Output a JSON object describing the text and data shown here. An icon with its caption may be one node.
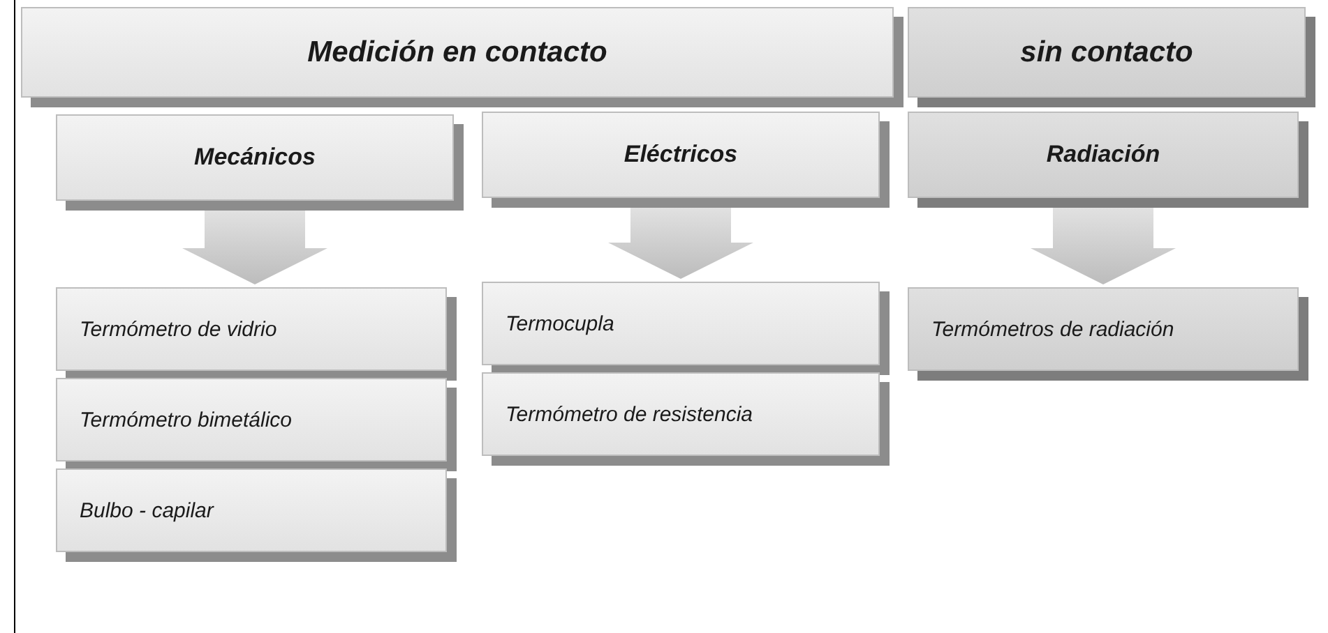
{
  "diagram": {
    "nodes": [
      {
        "text": [
          "Medición en contacto"
        ]
      },
      {
        "text": [
          "sin contacto"
        ]
      },
      {
        "text": [
          "Mecánicos"
        ]
      },
      {
        "text": [
          "Eléctricos"
        ]
      },
      {
        "text": [
          "Radiación"
        ]
      },
      {
        "text": [
          "Termómetro de vidrio"
        ]
      },
      {
        "text": [
          "Termómetro bimetálico"
        ]
      },
      {
        "text": [
          "Bulbo - capilar"
        ]
      },
      {
        "text": [
          "Termocupla"
        ]
      },
      {
        "text": [
          "Termómetro de resistencia"
        ]
      },
      {
        "text": [
          "Termómetros de radiación"
        ]
      }
    ],
    "edges": [
      {
        "from": 2,
        "to": 5,
        "arrow": "to"
      },
      {
        "from": 3,
        "to": 8,
        "arrow": "to"
      },
      {
        "from": 4,
        "to": 10,
        "arrow": "to"
      }
    ]
  }
}
